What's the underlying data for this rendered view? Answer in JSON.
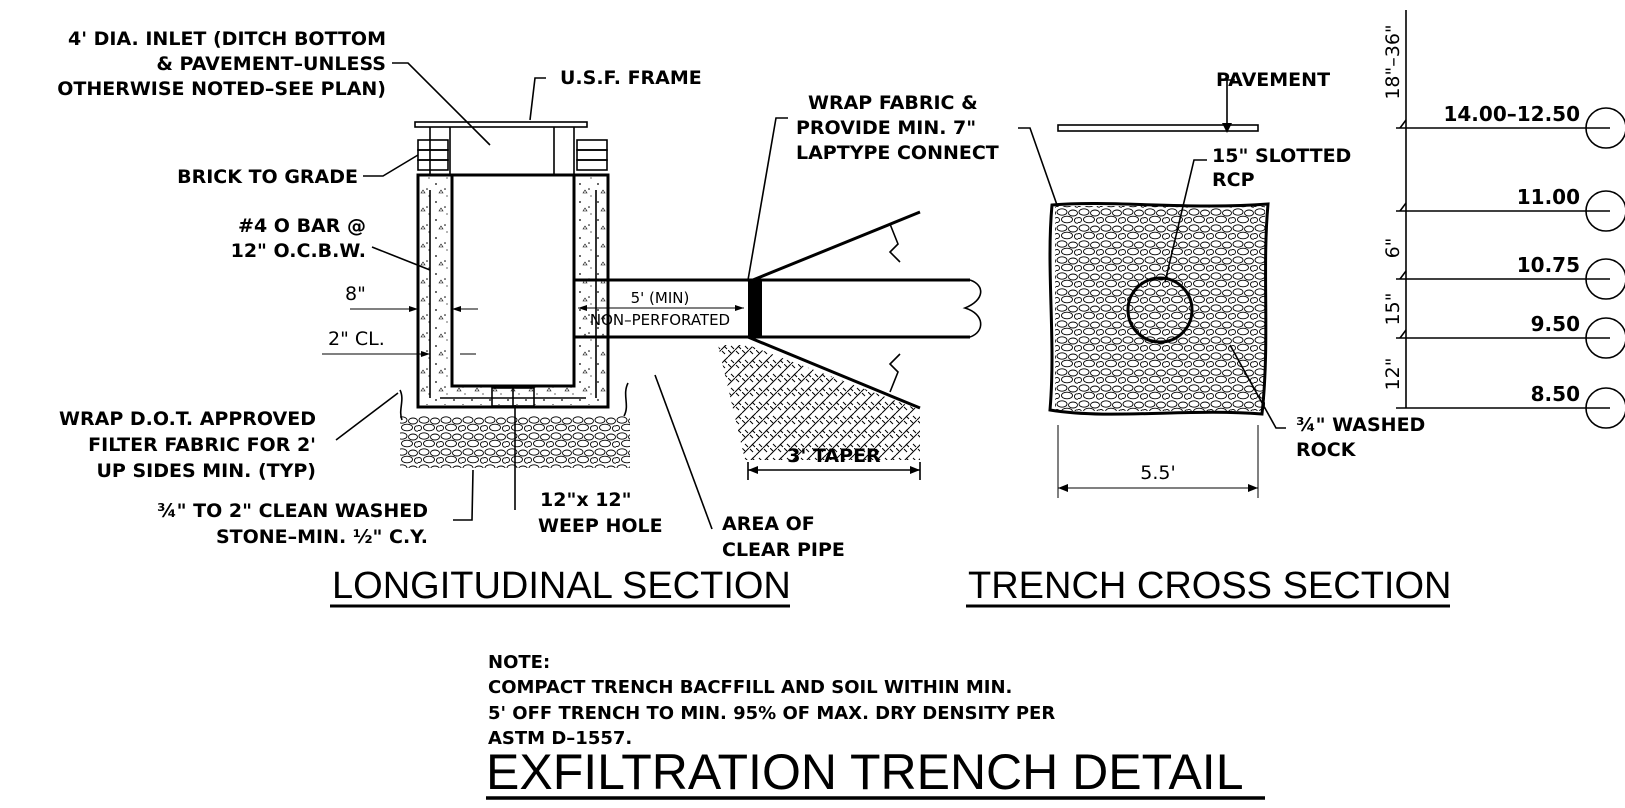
{
  "titles": {
    "longitudinal": "LONGITUDINAL SECTION",
    "cross": "TRENCH CROSS SECTION",
    "detail": "EXFILTRATION TRENCH DETAIL"
  },
  "labels": {
    "inlet": [
      "4' DIA. INLET (DITCH BOTTOM",
      "& PAVEMENT–UNLESS",
      "OTHERWISE NOTED–SEE PLAN)"
    ],
    "usf_frame": "U.S.F. FRAME",
    "brick": "BRICK TO GRADE",
    "bar": [
      "#4 O BAR @",
      "12\" O.C.B.W."
    ],
    "dim_8": "8\"",
    "dim_2cl": "2\" CL.",
    "wrap_fabric_dot": [
      "WRAP D.O.T. APPROVED",
      "FILTER FABRIC FOR 2'",
      "UP SIDES MIN. (TYP)"
    ],
    "stone": [
      "¾\" TO 2\" CLEAN WASHED",
      "STONE–MIN. ½\" C.Y."
    ],
    "weep": [
      "12\"x 12\"",
      "WEEP HOLE"
    ],
    "clear_pipe": [
      "AREA OF",
      "CLEAR PIPE"
    ],
    "pipe_min": "5' (MIN)",
    "pipe_nonperf": "NON–PERFORATED",
    "wrap_fabric": [
      "WRAP FABRIC &",
      "PROVIDE MIN. 7\"",
      "LAPTYPE CONNECT"
    ],
    "taper": "3' TAPER",
    "pavement": "PAVEMENT",
    "slotted": [
      "15\" SLOTTED",
      "RCP"
    ],
    "rock": [
      "¾\" WASHED",
      "ROCK"
    ],
    "width": "5.5'"
  },
  "elevations": {
    "vertical_dims": [
      "18\"–36\"",
      "6\"",
      "15\"",
      "12\""
    ],
    "values": [
      "14.00–12.50",
      "11.00",
      "10.75",
      "9.50",
      "8.50"
    ]
  },
  "note": {
    "heading": "NOTE:",
    "lines": [
      "COMPACT TRENCH BACFFILL AND SOIL WITHIN MIN.",
      "5' OFF TRENCH TO MIN. 95% OF MAX. DRY DENSITY PER",
      "ASTM D–1557."
    ]
  }
}
